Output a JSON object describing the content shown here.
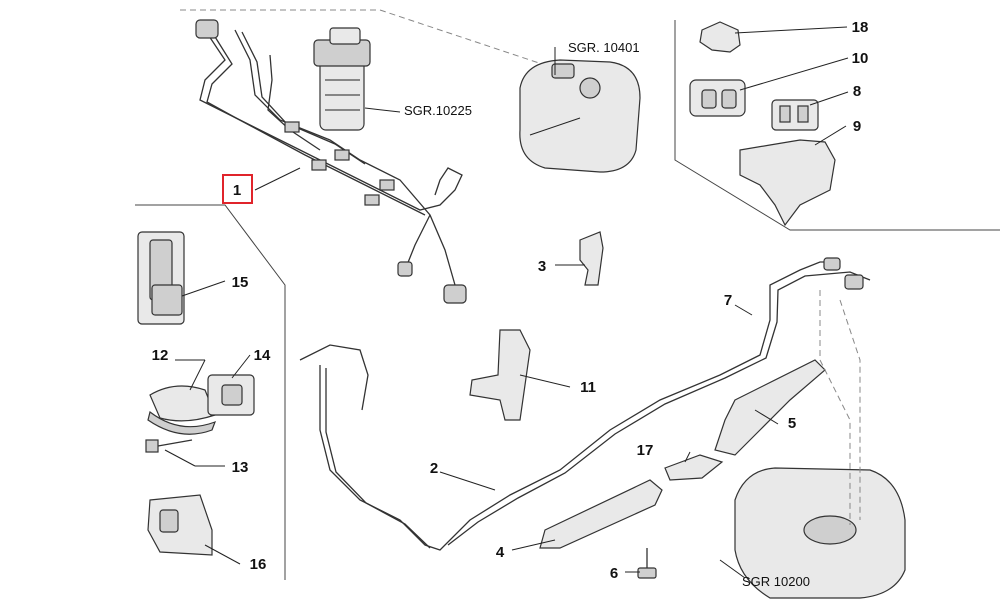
{
  "callouts": {
    "c1": "1",
    "c2": "2",
    "c3": "3",
    "c4": "4",
    "c5": "5",
    "c6": "6",
    "c7": "7",
    "c8": "8",
    "c9": "9",
    "c10": "10",
    "c11": "11",
    "c12": "12",
    "c13": "13",
    "c14": "14",
    "c15": "15",
    "c16": "16",
    "c17": "17",
    "c18": "18"
  },
  "references": {
    "sgr10401": "SGR. 10401",
    "sgr10225": "SGR.10225",
    "sgr10200": "SGR 10200"
  },
  "colors": {
    "highlight": "#e0242b",
    "line": "#222222",
    "part_fill": "#e9e9e9"
  }
}
